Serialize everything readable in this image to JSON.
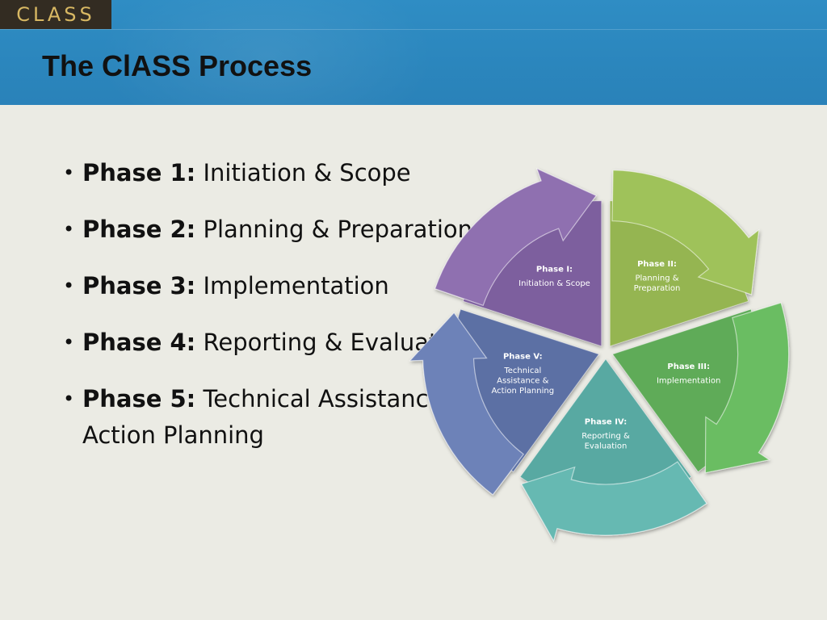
{
  "logo": {
    "text": "CLASS"
  },
  "title": "The ClASS Process",
  "bullets": [
    {
      "label": "Phase 1:",
      "text": " Initiation & Scope"
    },
    {
      "label": "Phase 2:",
      "text": " Planning & Preparation"
    },
    {
      "label": "Phase 3:",
      "text": " Implementation"
    },
    {
      "label": "Phase 4:",
      "text": " Reporting & Evaluation"
    },
    {
      "label": "Phase 5:",
      "text": " Technical Assistance & Action Planning"
    }
  ],
  "diagram": {
    "segments": [
      {
        "name": "phase-1",
        "title": "Phase I:",
        "lines": [
          "Initiation & Scope"
        ],
        "color": "#7d5f9e",
        "arrow_color": "#8f70b0"
      },
      {
        "name": "phase-2",
        "title": "Phase II:",
        "lines": [
          "Planning &",
          "Preparation"
        ],
        "color": "#95b551",
        "arrow_color": "#9fc25a"
      },
      {
        "name": "phase-3",
        "title": "Phase III:",
        "lines": [
          "Implementation"
        ],
        "color": "#5fab59",
        "arrow_color": "#6bbd62"
      },
      {
        "name": "phase-4",
        "title": "Phase IV:",
        "lines": [
          "Reporting &",
          "Evaluation"
        ],
        "color": "#58a9a2",
        "arrow_color": "#66b9b2"
      },
      {
        "name": "phase-5",
        "title": "Phase V:",
        "lines": [
          "Technical",
          "Assistance &",
          "Action Planning"
        ],
        "color": "#5c70a4",
        "arrow_color": "#6d82b8"
      }
    ]
  },
  "colors": {
    "header": "#2b86bd",
    "background": "#ebebe4",
    "logo_bg": "#332c22",
    "logo_text": "#d8b863"
  }
}
